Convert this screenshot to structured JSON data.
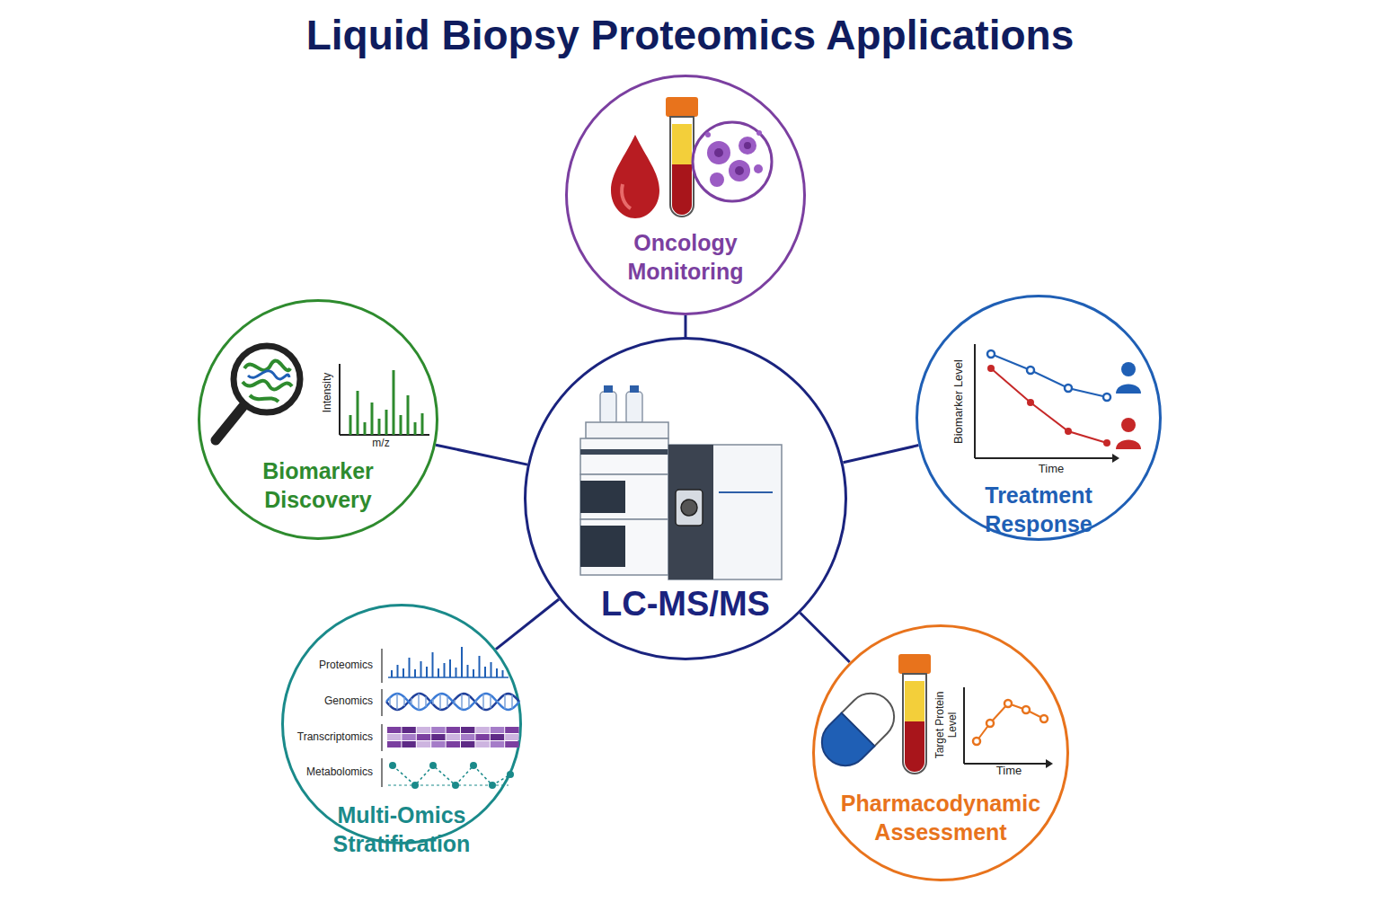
{
  "diagram": {
    "title": "Liquid Biopsy Proteomics Applications",
    "nodes": [
      {
        "text": [
          "Oncology Monitoring"
        ]
      },
      {
        "text": [
          "Biomarker Discovery"
        ]
      },
      {
        "text": [
          "LC-MS/MS"
        ]
      },
      {
        "text": [
          "Treatment Response"
        ]
      },
      {
        "text": [
          "Multi-Omics Stratification"
        ]
      },
      {
        "text": [
          "Pharmacodynamic Assessment"
        ]
      }
    ],
    "edges": [
      {
        "from": 2,
        "to": 0,
        "arrow": "none"
      },
      {
        "from": 2,
        "to": 1,
        "arrow": "none"
      },
      {
        "from": 2,
        "to": 3,
        "arrow": "none"
      },
      {
        "from": 2,
        "to": 4,
        "arrow": "none"
      },
      {
        "from": 2,
        "to": 5,
        "arrow": "none"
      }
    ],
    "labels": [
      "Intensity",
      "m/z",
      "Biomarker Level",
      "Time",
      "Proteomics",
      "Genomics",
      "Transcriptomics",
      "Metabolomics",
      "Target Protein Level",
      "Time"
    ]
  }
}
